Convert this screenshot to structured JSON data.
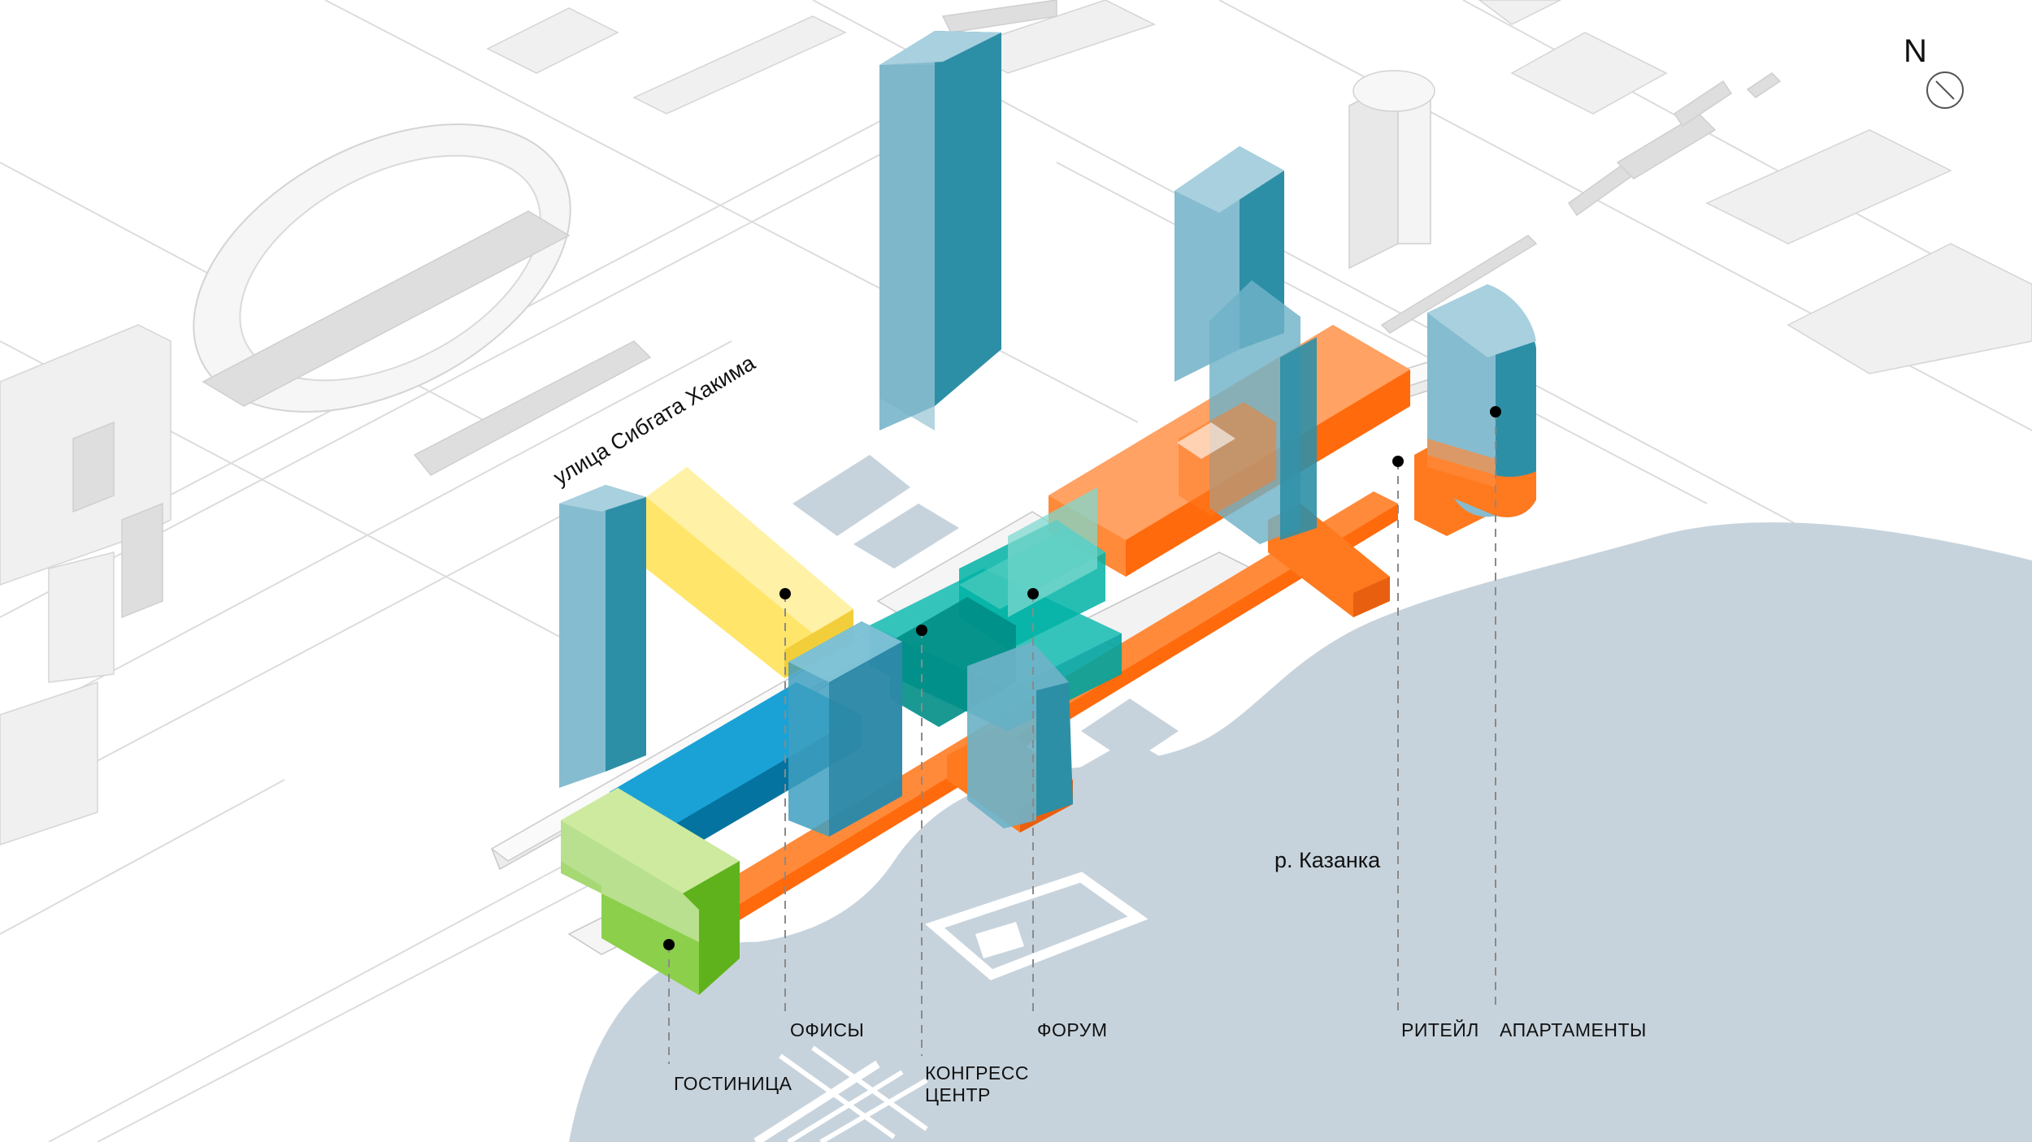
{
  "north": {
    "label": "N"
  },
  "street": {
    "label": "улица Сибгата Хакима"
  },
  "river": {
    "label": "р. Казанка"
  },
  "functions": [
    {
      "key": "hotel",
      "label": "ГОСТИНИЦА",
      "color": "#8ccf4a"
    },
    {
      "key": "offices",
      "label": "ОФИСЫ",
      "color": "#ffe25a"
    },
    {
      "key": "congress",
      "label_line1": "КОНГРЕСС",
      "label_line2": "ЦЕНТР",
      "color": "#00a3a0"
    },
    {
      "key": "forum",
      "label": "ФОРУМ",
      "color": "#2ec4b6"
    },
    {
      "key": "retail",
      "label": "РИТЕЙЛ",
      "color": "#ff7a1f"
    },
    {
      "key": "apartments",
      "label": "АПАРТАМЕНТЫ",
      "color": "#3f9fbf"
    }
  ],
  "colors": {
    "water": "#c7d3dc",
    "context_buildings": "#eeeeee",
    "tower_light": "#86bccf",
    "tower_dark": "#2d8fa6",
    "retail_orange": "#ff7a1f",
    "hotel_green": "#8ccf4a",
    "office_yellow": "#ffe66b",
    "congress_teal": "#00b3a4",
    "office_blue": "#0a8fc4"
  }
}
